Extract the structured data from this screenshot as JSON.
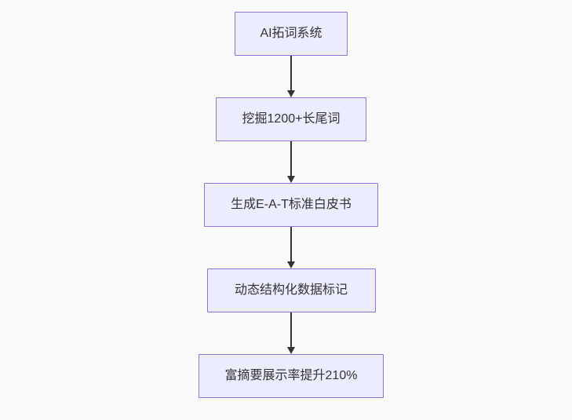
{
  "flowchart": {
    "type": "flowchart-top-down",
    "nodes": [
      {
        "id": "A",
        "label": "AI拓词系统"
      },
      {
        "id": "B",
        "label": "挖掘1200+长尾词"
      },
      {
        "id": "C",
        "label": "生成E-A-T标准白皮书"
      },
      {
        "id": "D",
        "label": "动态结构化数据标记"
      },
      {
        "id": "E",
        "label": "富摘要展示率提升210%"
      }
    ],
    "edges": [
      {
        "from": "A",
        "to": "B"
      },
      {
        "from": "B",
        "to": "C"
      },
      {
        "from": "C",
        "to": "D"
      },
      {
        "from": "D",
        "to": "E"
      }
    ],
    "colors": {
      "background": "#fafafa",
      "node_fill": "#ECECFF",
      "node_border": "#9370DB",
      "arrow": "#333333",
      "text": "#333333"
    }
  }
}
